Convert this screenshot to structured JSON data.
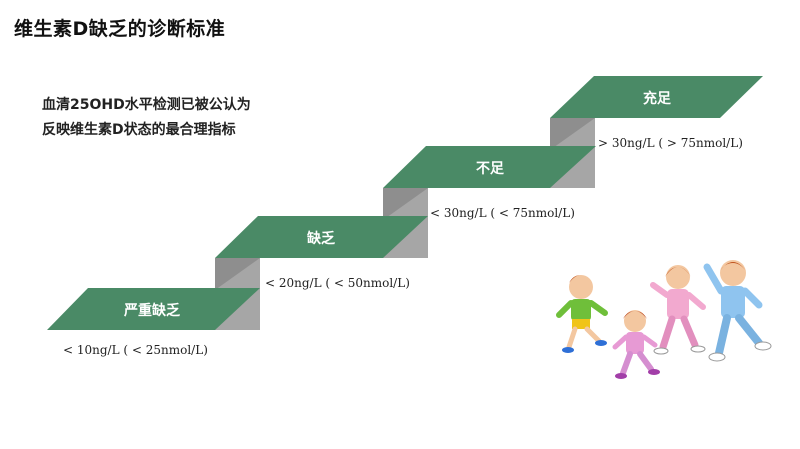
{
  "title": "维生素D缺乏的诊断标准",
  "intro": {
    "line1": "血清25OHD水平检测已被公认为",
    "line2": "反映维生素D状态的最合理指标"
  },
  "steps": [
    {
      "label": "严重缺乏",
      "threshold": "< 10ng/L ( < 25nmol/L)"
    },
    {
      "label": "缺乏",
      "threshold": "< 20ng/L ( < 50nmol/L)"
    },
    {
      "label": "不足",
      "threshold": "< 30ng/L ( < 75nmol/L)"
    },
    {
      "label": "充足",
      "threshold": "> 30ng/L ( >  75nmol/L)"
    }
  ],
  "colors": {
    "step_top": "#4a8a66",
    "step_face": "#a6a6a6",
    "step_side": "#8e8e8e"
  },
  "illustration": "children-running-clipart"
}
